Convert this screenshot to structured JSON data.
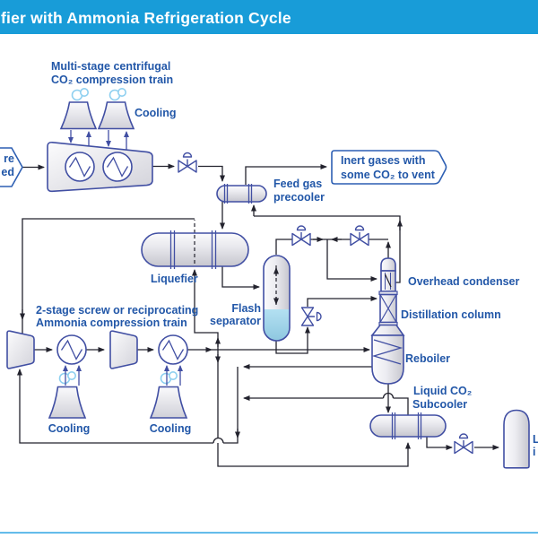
{
  "title": "fier with Ammonia Refrigeration Cycle",
  "labels": {
    "co2_train_line1": "Multi-stage centrifugal",
    "co2_train_line2": "CO₂ compression train",
    "cooling_co2": "Cooling",
    "feed_precooler_line1": "Feed gas",
    "feed_precooler_line2": "precooler",
    "inert_line1": "Inert gases with",
    "inert_line2": "some CO₂ to vent",
    "liquefier": "Liquefier",
    "flash_line1": "Flash",
    "flash_line2": "separator",
    "nh3_train_line1": "2-stage screw or reciprocating",
    "nh3_train_line2": "Ammonia compression train",
    "overhead_condenser": "Overhead condenser",
    "distillation_column": "Distillation column",
    "reboiler": "Reboiler",
    "subcooler_line1": "Liquid CO₂",
    "subcooler_line2": "Subcooler",
    "cooling_nh3_left": "Cooling",
    "cooling_nh3_right": "Cooling",
    "feed_cut_line1": "re",
    "feed_cut_line2": "ed",
    "storage_cut_line1": "L",
    "storage_cut_line2": "i"
  },
  "colors": {
    "title_bar": "#189CD8",
    "label_text": "#2257A8",
    "equipment_outline": "#414FA3",
    "flow_line": "#23232E",
    "liquid": "#9DD3EA",
    "steam_cloud": "#8FD0F0",
    "footer_rule": "#4FB3E8"
  },
  "icons": {
    "valve": "bowtie-with-actuator-cap",
    "cooling_tower": "concave-trapezoid-tower",
    "steam": "two-circle-cloud",
    "compressor": "rounded-trapezoid",
    "heat_exchanger": "circle-with-zigzag"
  }
}
